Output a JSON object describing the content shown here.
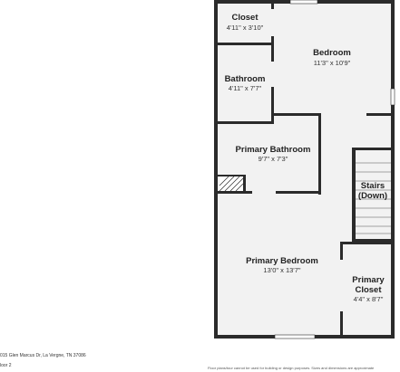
{
  "rooms": {
    "closet": {
      "name": "Closet",
      "dims": "4'11\" x 3'10\""
    },
    "bedroom": {
      "name": "Bedroom",
      "dims": "11'3\" x 10'9\""
    },
    "bathroom": {
      "name": "Bathroom",
      "dims": "4'11\" x 7'7\""
    },
    "primary_bathroom": {
      "name": "Primary Bathroom",
      "dims": "9'7\" x 7'3\""
    },
    "stairs": {
      "name_line1": "Stairs",
      "name_line2": "(Down)"
    },
    "primary_bedroom": {
      "name": "Primary Bedroom",
      "dims": "13'0\" x 13'7\""
    },
    "primary_closet": {
      "name_line1": "Primary",
      "name_line2": "Closet",
      "dims": "4'4\" x 8'7\""
    }
  },
  "footer": {
    "address": "015 Glen Marcus Dr, La Vergne, TN 37086",
    "floor": "loor 2",
    "disclaimer": "Floor plans/tour cannot be used for building or design purposes. Sizes and dimensions are approximate"
  },
  "colors": {
    "wall": "#2b2b2b",
    "floor": "#f2f2f2"
  }
}
